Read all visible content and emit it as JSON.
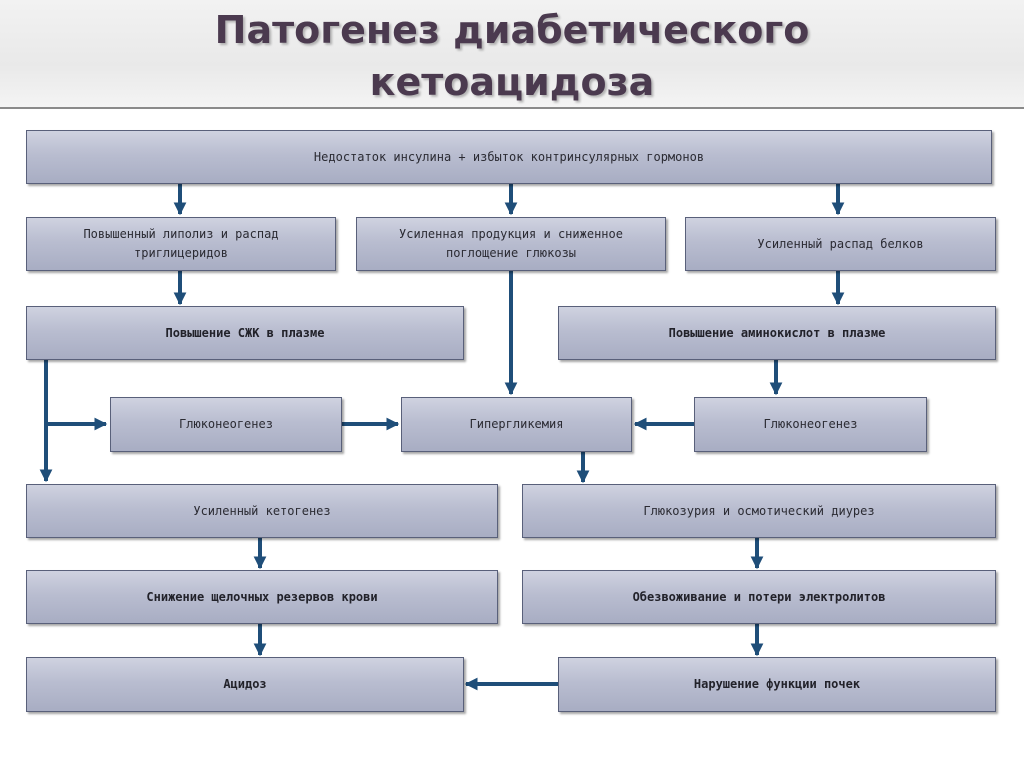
{
  "title": {
    "line1": "Патогенез диабетического",
    "line2": "кетоацидоза"
  },
  "boxes": {
    "top": "Недостаток инсулина + избыток контринсулярных гормонов",
    "lipolysis": "Повышенный липолиз и распад триглицеридов",
    "glucose_production": "Усиленная продукция и сниженное поглощение глюкозы",
    "protein_breakdown": "Усиленный распад белков",
    "ffa_increase": "Повышение СЖК в плазме",
    "amino_increase": "Повышение аминокислот в плазме",
    "gluconeogenesis_left": "Глюконеогенез",
    "hyperglycemia": "Гипергликемия",
    "gluconeogenesis_right": "Глюконеогенез",
    "ketogenesis": "Усиленный кетогенез",
    "glucosuria": "Глюкозурия и осмотический диурез",
    "alkaline_reserve": "Снижение щелочных резервов крови",
    "dehydration": "Обезвоживание и потери электролитов",
    "acidosis": "Ацидоз",
    "kidney_dysfunction": "Нарушение функции почек"
  },
  "colors": {
    "box_fill": "#b9bdd0",
    "box_border": "#59607a",
    "arrow": "#1f4e79",
    "title": "#4b3a4f"
  }
}
